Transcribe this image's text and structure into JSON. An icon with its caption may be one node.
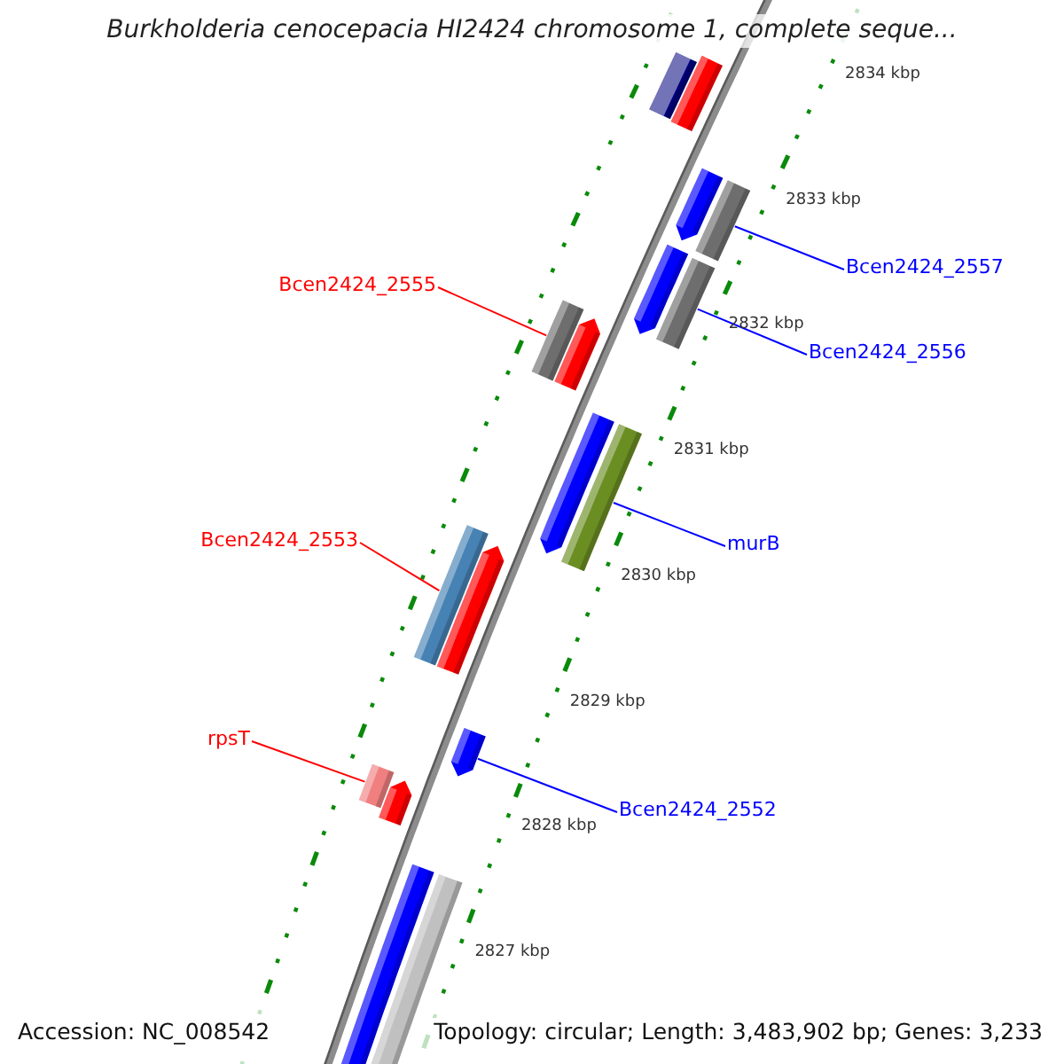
{
  "diagram": {
    "title": "Burkholderia cenocepacia HI2424 chromosome 1, complete seque...",
    "nodes": [
      {
        "text": [],
        "shape": "bar"
      },
      {
        "text": [],
        "shape": "bar"
      },
      {
        "text": [],
        "shape": "bar"
      },
      {
        "text": [],
        "shape": "bar"
      },
      {
        "text": [],
        "shape": "bar"
      },
      {
        "text": [],
        "shape": "bar"
      },
      {
        "text": [],
        "shape": "bar"
      },
      {
        "text": [],
        "shape": "bar"
      },
      {
        "text": [],
        "shape": "bar"
      },
      {
        "text": [],
        "shape": "bar"
      },
      {
        "text": [],
        "shape": "bar"
      },
      {
        "text": [],
        "shape": "bar"
      },
      {
        "text": [],
        "shape": "bar"
      },
      {
        "text": [],
        "shape": "bar"
      },
      {
        "text": [],
        "shape": "bar"
      },
      {
        "text": [],
        "shape": "bar"
      },
      {
        "text": [],
        "shape": "bar"
      },
      {
        "text": [
          "Bcen2424_2557"
        ]
      },
      {
        "text": [
          "Bcen2424_2555"
        ]
      },
      {
        "text": [
          "Bcen2424_2556"
        ]
      },
      {
        "text": [
          "Bcen2424_2553"
        ]
      },
      {
        "text": [
          "murB"
        ]
      },
      {
        "text": [
          "rpsT"
        ]
      },
      {
        "text": [
          "Bcen2424_2552"
        ]
      }
    ],
    "edges": [
      {
        "from": 17,
        "to": 3,
        "arrow": "none"
      },
      {
        "from": 18,
        "to": 6,
        "arrow": "none",
        "color": "#ff0000"
      },
      {
        "from": 19,
        "to": 5,
        "arrow": "none"
      },
      {
        "from": 20,
        "to": 10,
        "arrow": "none",
        "color": "#ff0000"
      },
      {
        "from": 21,
        "to": 9,
        "arrow": "none"
      },
      {
        "from": 22,
        "to": 12,
        "arrow": "none",
        "color": "#ff0000"
      },
      {
        "from": 23,
        "to": 14,
        "arrow": "none"
      }
    ],
    "labels": [
      "2834 kbp",
      "2833 kbp",
      "2832 kbp",
      "2831 kbp",
      "2830 kbp",
      "2829 kbp",
      "2828 kbp",
      "2827 kbp",
      "Accession: NC_008542",
      "Topology: circular; Length: 3,483,902 bp; Genes: 3,233"
    ]
  }
}
